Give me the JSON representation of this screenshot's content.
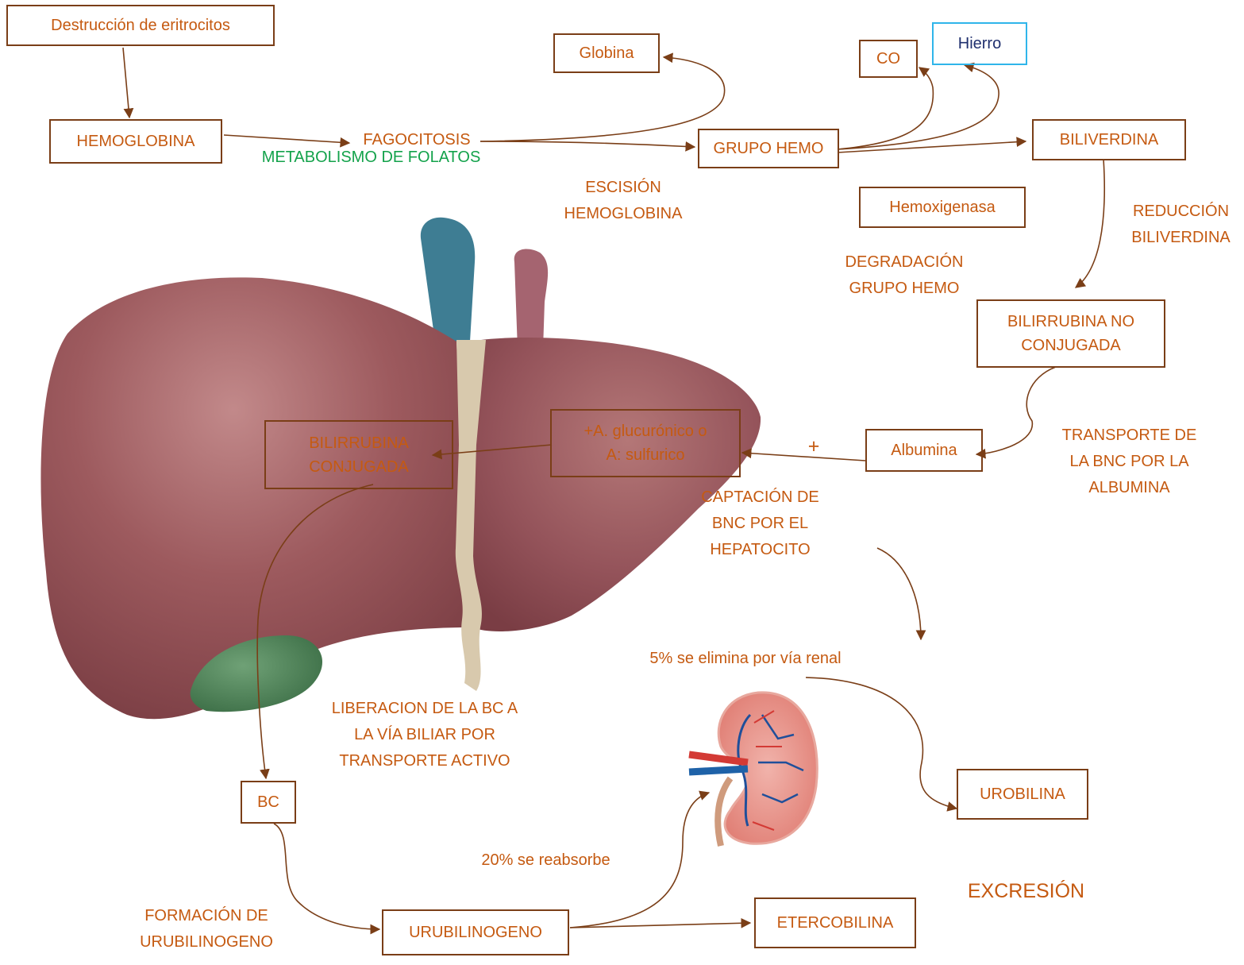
{
  "boxes": {
    "destruccion": "Destrucción de eritrocitos",
    "hemoglobina": "HEMOGLOBINA",
    "globina": "Globina",
    "co": "CO",
    "hierro": "Hierro",
    "grupo_hemo": "GRUPO HEMO",
    "biliverdina": "BILIVERDINA",
    "hemoxigenasa": "Hemoxigenasa",
    "bilirrubina_nc": "BILIRRUBINA NO\nCONJUGADA",
    "albumina": "Albumina",
    "glucuronico": "+A. glucurónico o\nA: sulfurico",
    "bilirrubina_c": "BILIRRUBINA\nCONJUGADA",
    "bc": "BC",
    "urobilina": "UROBILINA",
    "urubilinogeno": "URUBILINOGENO",
    "etercobilina": "ETERCOBILINA"
  },
  "labels": {
    "fagocitosis": "FAGOCITOSIS",
    "folatos": "METABOLISMO DE FOLATOS",
    "escision": "ESCISIÓN\nHEMOGLOBINA",
    "degradacion": "DEGRADACIÓN\nGRUPO HEMO",
    "reduccion": "REDUCCIÓN\nBILIVERDINA",
    "transporte": "TRANSPORTE DE\nLA BNC POR LA\nALBUMINA",
    "plus": "+",
    "captacion": "CAPTACIÓN DE\nBNC POR EL\nHEPATOCITO",
    "renal": "5% se elimina por vía renal",
    "liberacion": "LIBERACION DE LA BC A\nLA VÍA BILIAR POR\nTRANSPORTE ACTIVO",
    "reabsorbe": "20% se reabsorbe",
    "excresion": "EXCRESIÓN",
    "formacion": "FORMACIÓN DE\nURUBILINOGENO"
  },
  "colors": {
    "box_border": "#7a3e17",
    "text": "#c55a11",
    "arrow": "#7a3e17",
    "hierro_border": "#2fb5ea",
    "hierro_text": "#1f2f6e",
    "folatos": "#13a24b",
    "liver": "#8e4a4f",
    "gallbladder": "#4e8a55",
    "vena_cava": "#3e7d93",
    "ligament": "#d8c9ad"
  },
  "icons": [
    "liver-illustration",
    "kidney-illustration"
  ]
}
